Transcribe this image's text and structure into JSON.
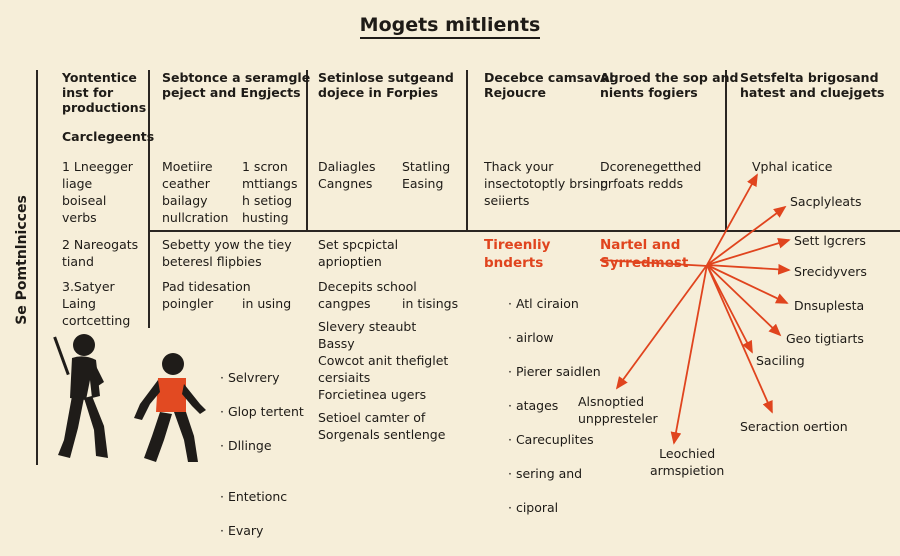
{
  "title": "Mogets mitlients",
  "side_label": "Se Pomtnlnicces",
  "headers": [
    "Yontentice\ninst for\nproductions",
    "Sebtonce a seramgle\npeject and Engjects",
    "Setinlose sutgeand\ndojece in Forpies",
    "Decebce camsaval\nRejoucre",
    "Agroed the sop and\nnients fogiers",
    "Setsfelta brigosand\nhatest and cluejgets"
  ],
  "col1": {
    "sub": "Carclegeents",
    "item1": "1 Lneegger\n   liage\n   boiseal\n   verbs",
    "item2": "2 Nareogats\n   tiand",
    "item3": "3.Satyer\n   Laing\n   cortcetting"
  },
  "col2": {
    "a1": "Moetiire\nceather\nbailagy\nnullcration",
    "a2": "1 scron\nmttiangs\nh setiog\nhusting",
    "b": "Sebetty yow the tiey\nbeteresl flipbies",
    "c1": "Pad tidesation\npoingler",
    "c2": "in using"
  },
  "col3": {
    "a1": "Daliagles\nCangnes",
    "a2": "Statling\nEasing",
    "b": "Set spcpictal\naprioptien",
    "c1": "Decepits school\ncangpes",
    "c2": "in tisings",
    "d": "Slevery steaubt\nBassy",
    "e": "Cowcot anit thefiglet\ncersiaits\nForcietinea ugers",
    "f": "Setioel camter of\nSorgenals sentlenge"
  },
  "col4": {
    "a": "Thack your\ninsectotoptly brsing\nseiierts",
    "red": "Tireenliy\nbnderts",
    "bullets": [
      "Atl ciraion",
      "airlow",
      "Pierer saidlen",
      "atages",
      "Carecuplites",
      "sering and",
      "ciporal"
    ]
  },
  "col5": {
    "a": "Dcorenegetthed\nprfoats redds",
    "red": "Nartel and\nSyrredmest"
  },
  "left_bullets": [
    "Selvrery",
    "Glop tertent",
    "Dllinge",
    "Entetionc",
    "Evary"
  ],
  "fan_labels": [
    "Vphal icatice",
    "Sacplyleats",
    "Sett lgcrers",
    "Srecidyvers",
    "Dnsuplesta",
    "Geo tigtiarts",
    "Saciling",
    "Seraction oertion",
    "Leochied\narmspietion",
    "Alsnoptied\nunppresteler"
  ],
  "colors": {
    "background": "#f6eed9",
    "ink": "#1e1b17",
    "accent": "#e0441e",
    "vest": "#e24a22"
  }
}
